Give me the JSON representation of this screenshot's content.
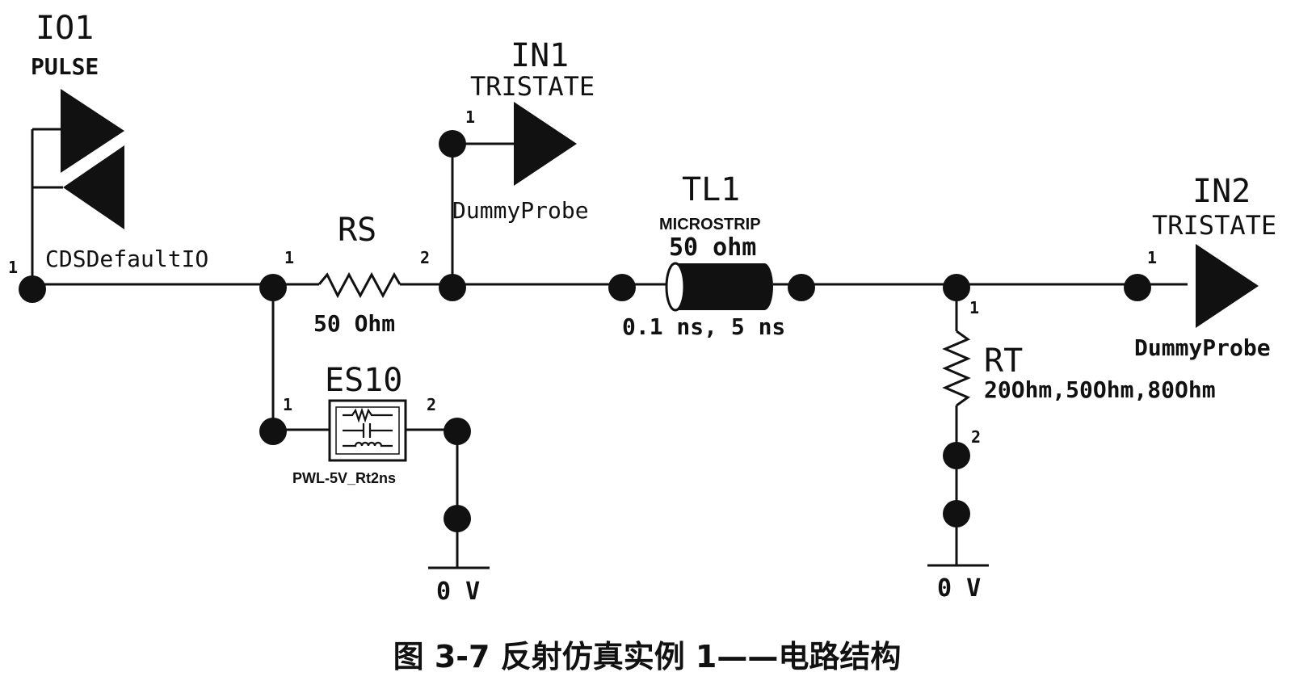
{
  "caption": "图 3-7   反射仿真实例 1——电路结构",
  "components": {
    "io1": {
      "ref": "IO1",
      "model": "PULSE",
      "name": "CDSDefaultIO",
      "pin1": "1"
    },
    "in1": {
      "ref": "IN1",
      "model": "TRISTATE",
      "name": "DummyProbe",
      "pin1": "1"
    },
    "in2": {
      "ref": "IN2",
      "model": "TRISTATE",
      "name": "DummyProbe",
      "pin1": "1"
    },
    "rs": {
      "ref": "RS",
      "value": "50 Ohm",
      "pin1": "1",
      "pin2": "2"
    },
    "tl1": {
      "ref": "TL1",
      "type": "MICROSTRIP",
      "impedance": "50 ohm",
      "delay": "0.1 ns, 5 ns"
    },
    "es10": {
      "ref": "ES10",
      "model": "PWL-5V_Rt2ns",
      "pin1": "1",
      "pin2": "2"
    },
    "rt": {
      "ref": "RT",
      "value": "20Ohm,50Ohm,80Ohm",
      "pin1": "1",
      "pin2": "2"
    },
    "gnd1": {
      "label": "0 V"
    },
    "gnd2": {
      "label": "0 V"
    }
  }
}
